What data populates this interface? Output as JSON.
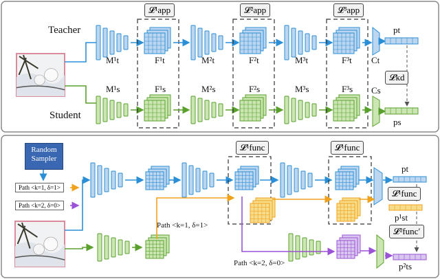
{
  "top_panel": {
    "teacher_label": "Teacher",
    "student_label": "Student",
    "loss_app_1": "𝓛¹app",
    "loss_app_2": "𝓛²app",
    "loss_app_3": "𝓛³app",
    "loss_kd": "𝓛kd",
    "teacher_modules": [
      "M¹t",
      "M²t",
      "M³t"
    ],
    "teacher_features": [
      "F¹t",
      "F²t",
      "F³t"
    ],
    "student_modules": [
      "M¹s",
      "M²s",
      "M³s"
    ],
    "student_features": [
      "F¹s",
      "F²s",
      "F³s"
    ],
    "teacher_classifier": "Ct",
    "student_classifier": "Cs",
    "teacher_output": "pt",
    "student_output": "ps"
  },
  "bottom_panel": {
    "sampler_label": "Random Sampler",
    "path_legend_1": "Path <k=1, δ=1>",
    "path_legend_2": "Path <k=2, δ=0>",
    "path_label_1": "Path <k=1, δ=1>",
    "path_label_2": "Path <k=2, δ=0>",
    "loss_func_1a": "𝓛¹func",
    "loss_func_1b": "𝓛¹func",
    "loss_func_side": "𝓛¹func",
    "loss_func_side_2": "𝓛²func′",
    "output_t": "pt",
    "output_st": "p¹st",
    "output_ts": "p²ts"
  },
  "colors": {
    "teacher": "#2a8fd6",
    "student": "#5aa02c",
    "path1": "#f0a21c",
    "path2": "#9a52d6",
    "teacher_fill": "#bcd6f0",
    "student_fill": "#cbe6b3",
    "yellow_fill": "#f7dc8c",
    "purple_fill": "#d9c6ef"
  }
}
